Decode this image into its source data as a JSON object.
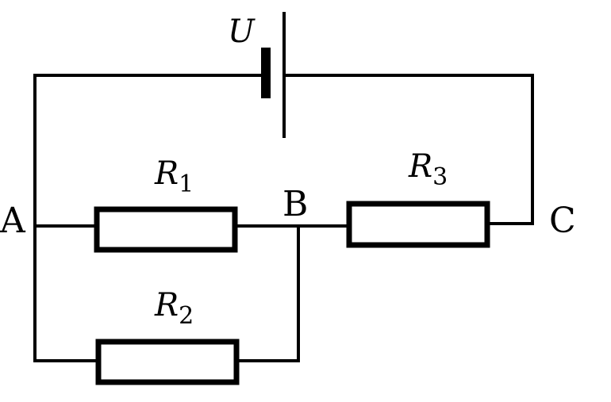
{
  "labels": {
    "source": "U",
    "nodes": {
      "a": "A",
      "b": "B",
      "c": "C"
    },
    "resistors": {
      "r1": {
        "symbol": "R",
        "index": "1"
      },
      "r2": {
        "symbol": "R",
        "index": "2"
      },
      "r3": {
        "symbol": "R",
        "index": "3"
      }
    }
  },
  "colors": {
    "stroke": "#000000",
    "background": "#ffffff"
  }
}
